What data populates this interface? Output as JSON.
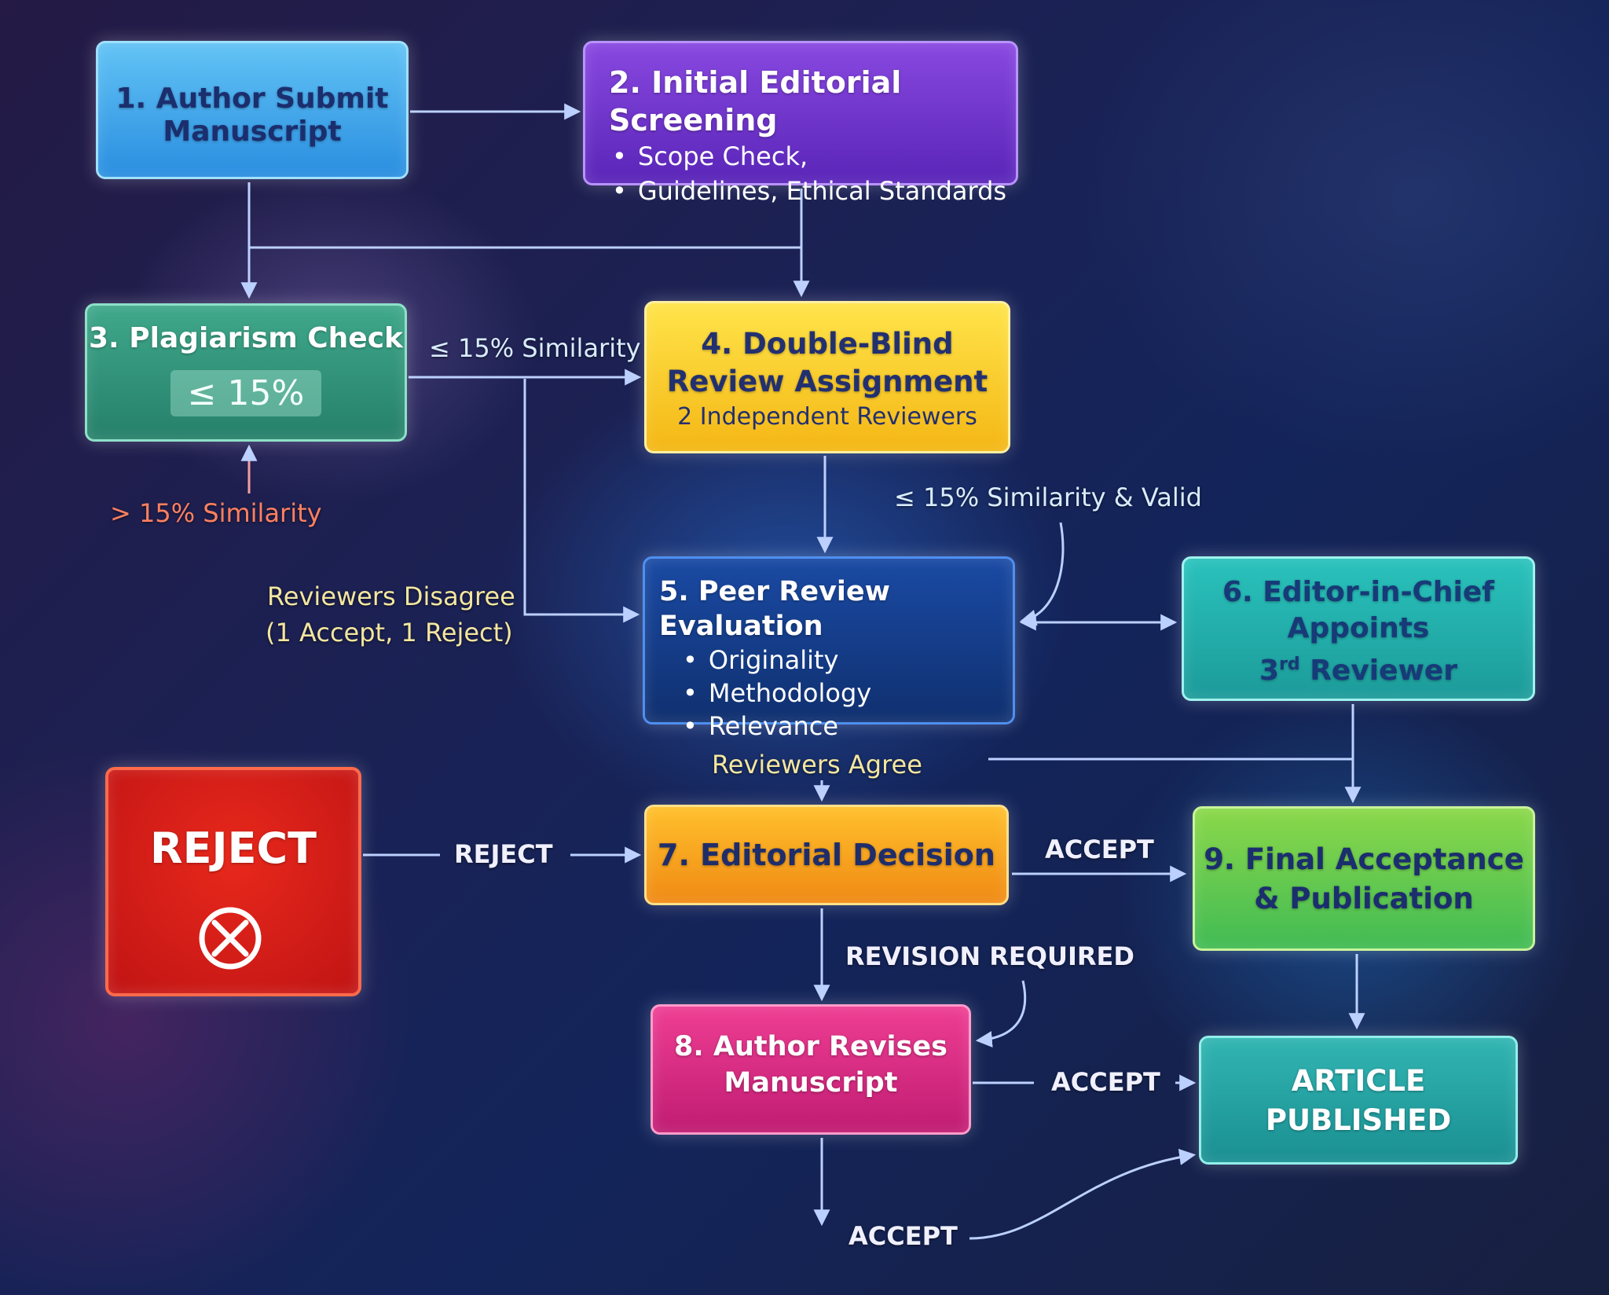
{
  "steps": {
    "s1": {
      "title": "1. Author Submit Manuscript"
    },
    "s2": {
      "title": "2. Initial Editorial Screening",
      "items": [
        "Scope Check,",
        "Guidelines, Ethical Standards"
      ]
    },
    "s3": {
      "title": "3. Plagiarism Check",
      "threshold": "≤ 15%"
    },
    "s4": {
      "title": "4. Double-Blind Review Assignment",
      "subtitle": "2 Independent Reviewers"
    },
    "s5": {
      "title": "5. Peer Review Evaluation",
      "items": [
        "Originality",
        "Methodology",
        "Relevance"
      ]
    },
    "s6": {
      "title_line1": "6. Editor-in-Chief",
      "title_line2": "Appoints",
      "title_line3_num": "3",
      "title_line3_sup": "rd",
      "title_line3_rest": " Reviewer"
    },
    "s7": {
      "title": "7. Editorial Decision"
    },
    "s8": {
      "title": "8. Author Revises Manuscript"
    },
    "s9": {
      "title": "9. Final Acceptance & Publication"
    },
    "published": {
      "title": "ARTICLE PUBLISHED"
    },
    "reject": {
      "title": "REJECT",
      "icon": "reject-x-circle-icon"
    }
  },
  "labels": {
    "similarity_ok": "≤ 15% Similarity",
    "similarity_high": "> 15% Similarity",
    "similarity_valid": "≤ 15% Similarity & Valid",
    "disagree_line1": "Reviewers Disagree",
    "disagree_line2": "(1 Accept, 1 Reject)",
    "agree": "Reviewers Agree",
    "reject": "REJECT",
    "accept_decision": "ACCEPT",
    "revision": "REVISION REQUIRED",
    "accept_revised": "ACCEPT",
    "accept_bottom": "ACCEPT"
  },
  "colors": {
    "connector": "#bcd0ff",
    "reject": "#e0241a",
    "step1": "#3fa9ec",
    "step2": "#7038d0",
    "step3": "#33997c",
    "step4": "#fcd22e",
    "step5": "#17408c",
    "step6": "#25b3ae",
    "step7": "#f9a820",
    "step8": "#de2d85",
    "step9": "#66c94f",
    "published": "#26a5a4"
  }
}
